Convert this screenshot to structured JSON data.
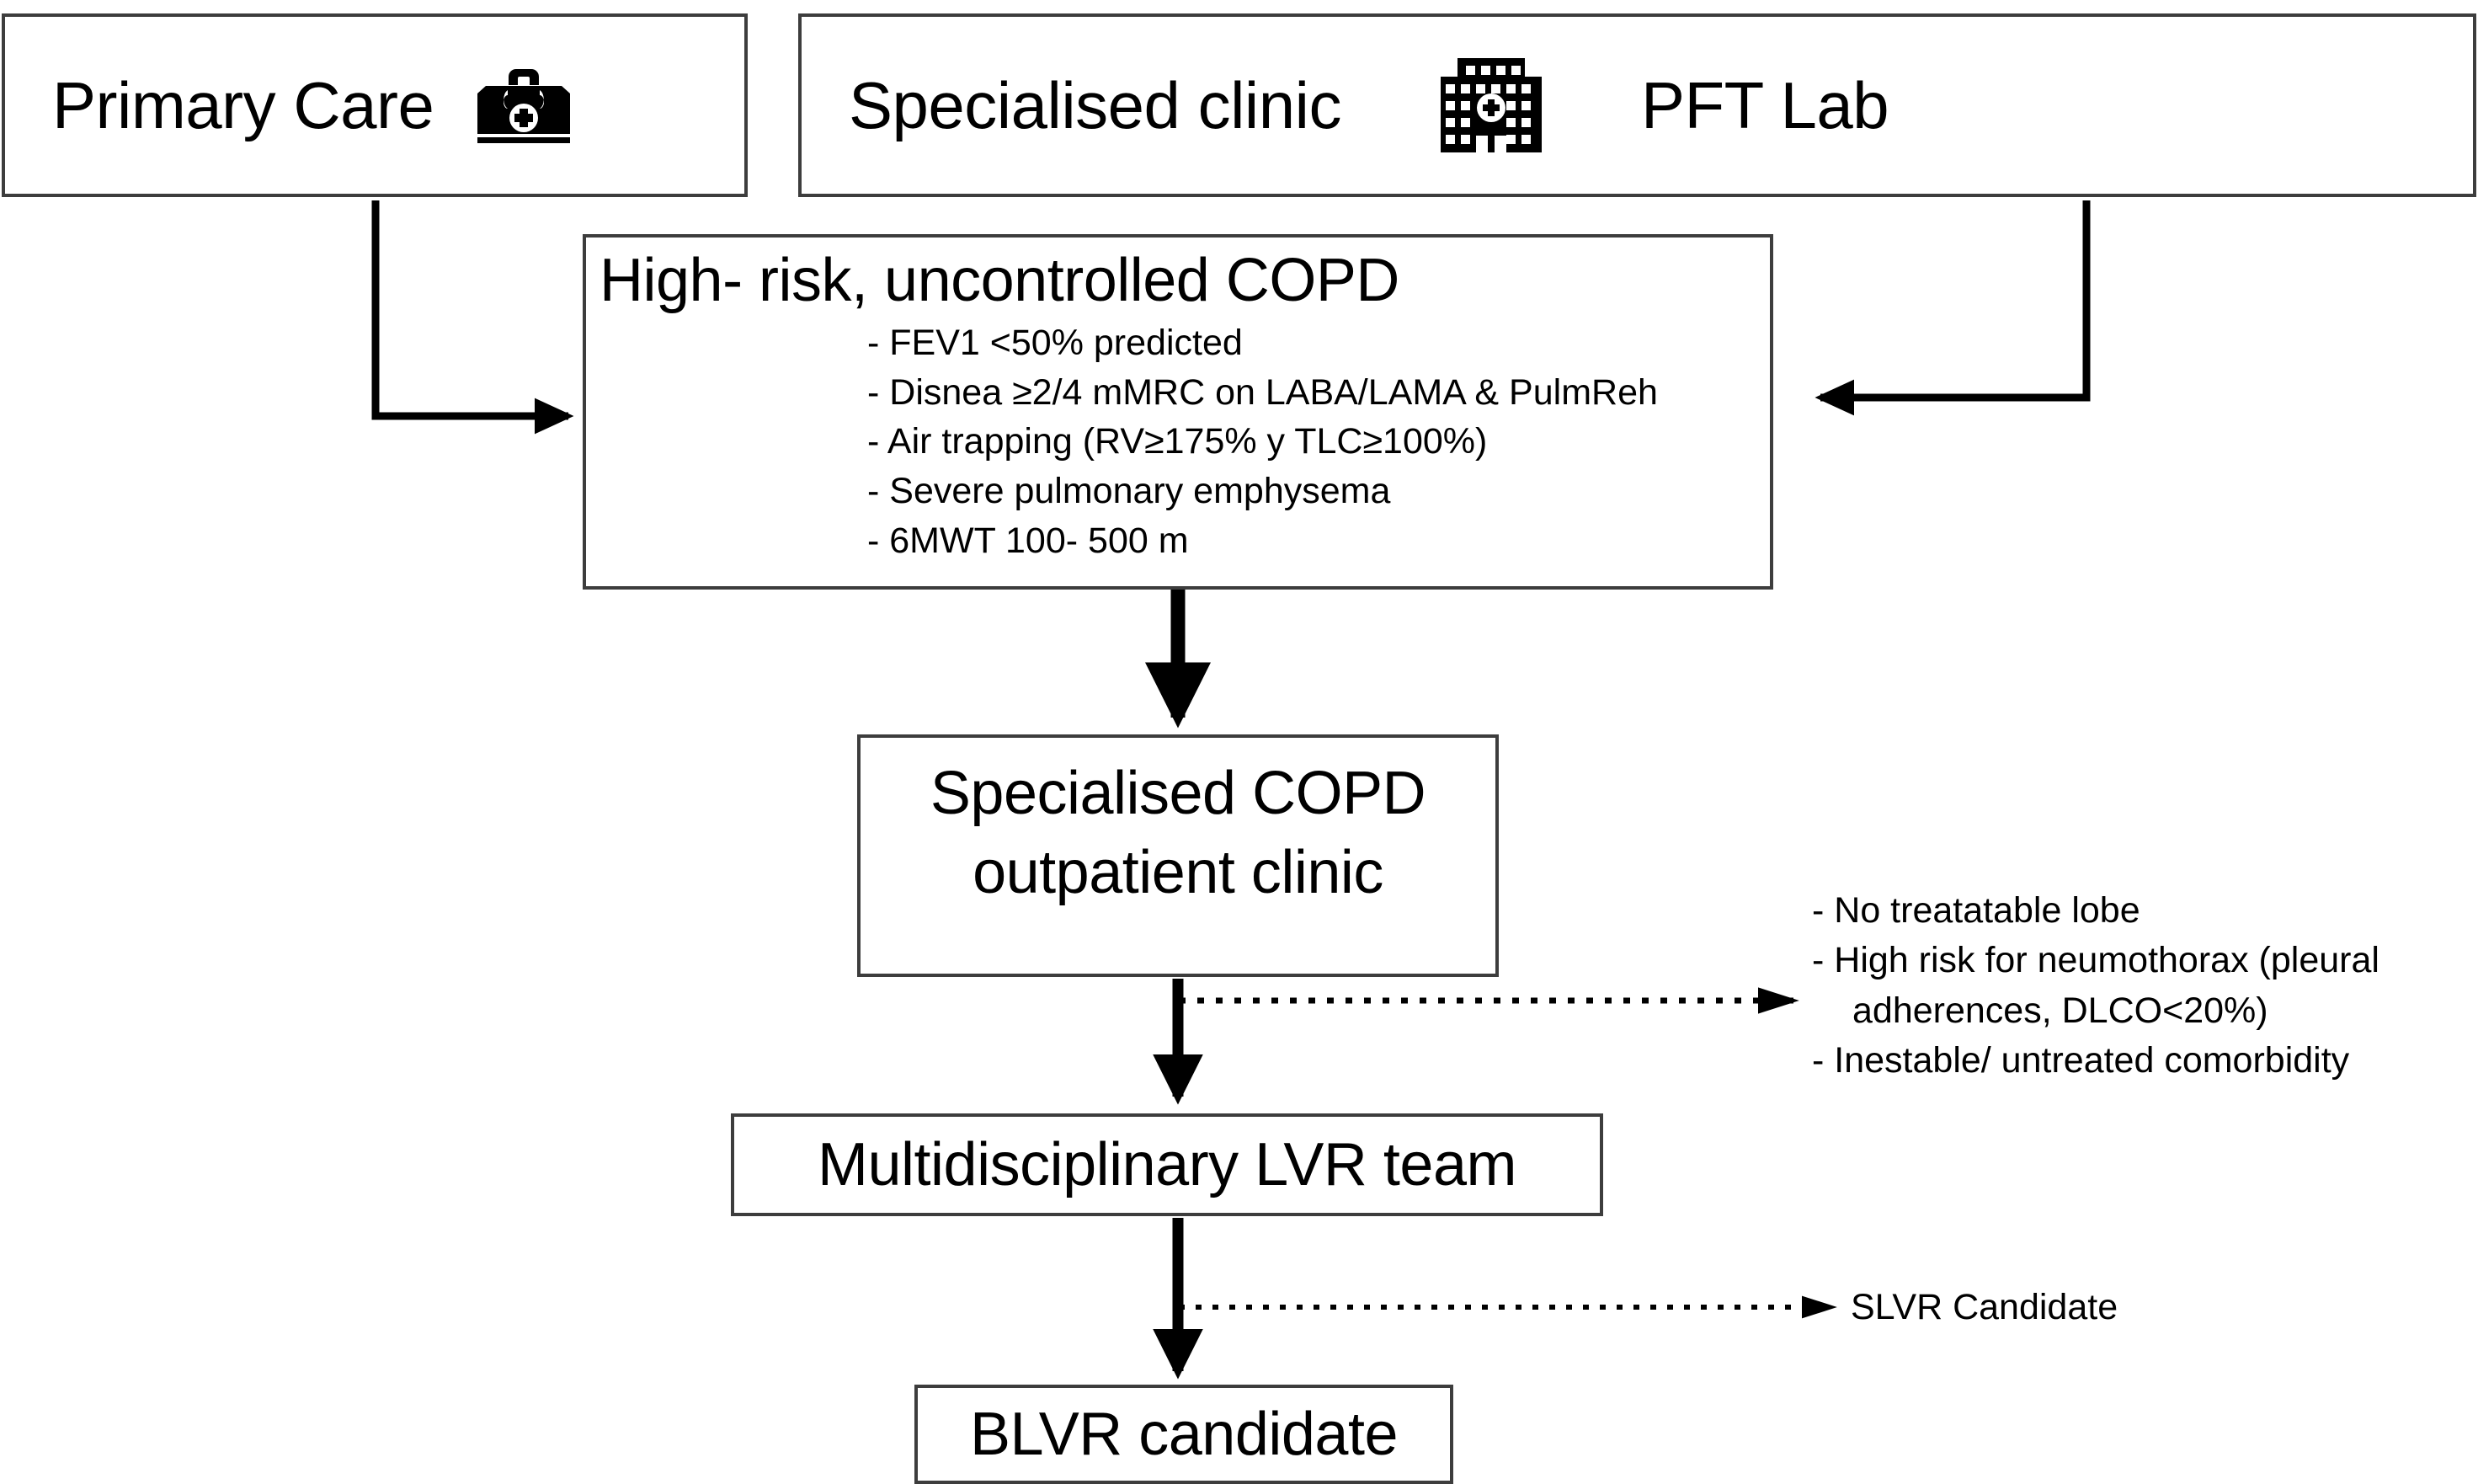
{
  "diagram": {
    "title": "COPD referral and lung volume reduction pathway",
    "line_color": "#000000",
    "box_border_color": "#3d3d3d",
    "background": "#ffffff"
  },
  "sources": {
    "primary_care": {
      "label": "Primary Care",
      "icon": "medical-bag-icon"
    },
    "specialised_clinic": {
      "label": "Specialised clinic",
      "icon": "hospital-building-icon"
    },
    "pft_lab": {
      "label": "PFT Lab"
    }
  },
  "criteria_box": {
    "title": "High- risk, uncontrolled COPD",
    "items": [
      "- FEV1 <50% predicted",
      "- Disnea ≥2/4 mMRC on LABA/LAMA & PulmReh",
      "- Air trapping (RV≥175% y TLC≥100%)",
      "- Severe pulmonary emphysema",
      "- 6MWT 100- 500 m"
    ]
  },
  "copd_clinic": {
    "line1": "Specialised COPD",
    "line2": "outpatient clinic"
  },
  "lvr_team": {
    "label": "Multidisciplinary LVR team"
  },
  "blvr": {
    "label": "BLVR candidate"
  },
  "exclusions": {
    "items": [
      "- No treatatable lobe",
      "- High risk for neumothorax (pleural",
      "adherences, DLCO<20%)",
      "- Inestable/ untreated comorbidity"
    ]
  },
  "slvr": {
    "label": "SLVR Candidate"
  }
}
